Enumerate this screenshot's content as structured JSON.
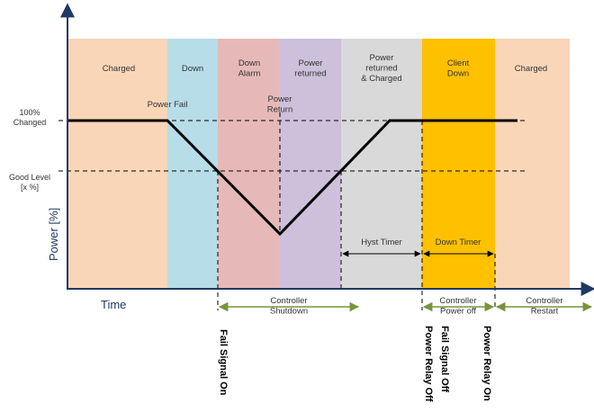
{
  "colors": {
    "charged": "#fad6b8",
    "down": "#b7dde8",
    "down_alarm": "#e6b9b8",
    "power_returned": "#ccc0da",
    "power_returned_charged": "#d9d9d9",
    "client_down": "#ffc000",
    "axis": "#1f3864",
    "green": "#77933c",
    "line": "#000000"
  },
  "phases": {
    "charged_1": "Charged",
    "down": "Down",
    "down_alarm": "Down\nAlarm",
    "power_returned": "Power\nreturned",
    "power_returned_charged": "Power\nreturned\n& Charged",
    "client_down": "Client\nDown",
    "charged_2": "Charged"
  },
  "labels": {
    "y_100": "100%\nChanged",
    "y_good": "Good Level\n[x %]",
    "power_fail": "Power Fail",
    "power_return": "Power\nReturn",
    "hyst_timer": "Hyst Timer",
    "down_timer": "Down Timer",
    "y_axis": "Power [%]",
    "x_axis": "Time"
  },
  "states": {
    "controller_shutdown": "Controller\nShutdown",
    "controller_power_off": "Controller\nPower off",
    "controller_restart": "Controller\nRestart"
  },
  "events": {
    "fail_signal_on": "Fail Signal On",
    "power_relay_off": "Power Relay Off",
    "fail_signal_off": "Fail Signal Off",
    "power_relay_on": "Power Relay On"
  }
}
